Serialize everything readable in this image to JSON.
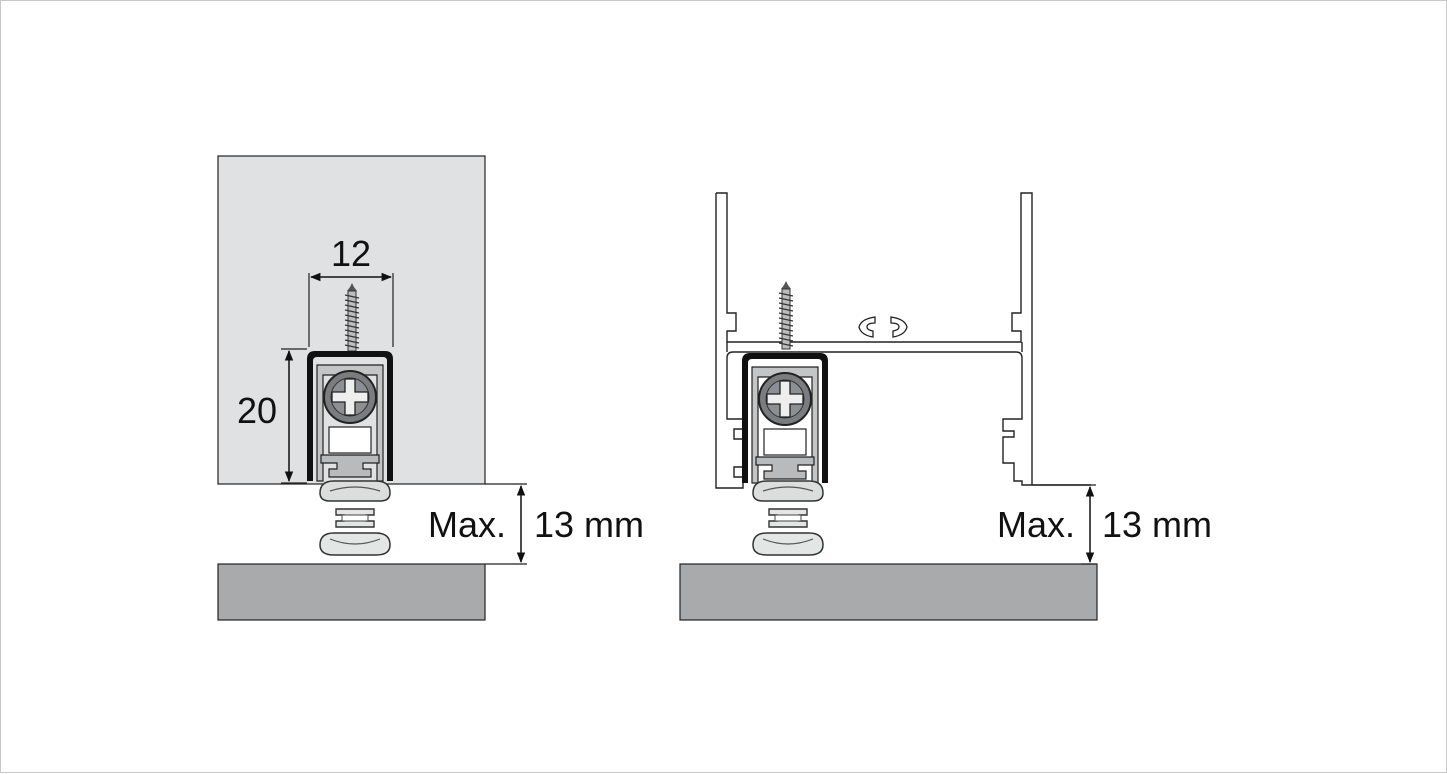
{
  "colors": {
    "door_fill": "#e0e1e2",
    "floor_fill": "#a9aaab",
    "profile_dark": "#111111",
    "seal_fill": "#c9cacb",
    "screw_head": "#7a7c7f",
    "line": "#222222"
  },
  "left_diagram": {
    "width_label": "12",
    "height_label": "20",
    "gap_prefix": "Max.",
    "gap_label": "13 mm"
  },
  "right_diagram": {
    "gap_prefix": "Max.",
    "gap_label": "13 mm"
  }
}
